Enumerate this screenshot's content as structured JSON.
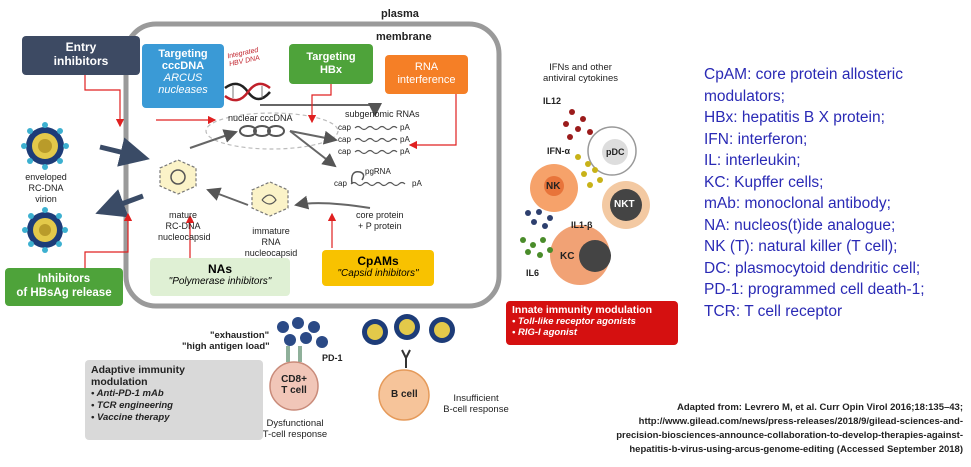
{
  "hbv_diagram": {
    "membrane_label_1": "plasma",
    "membrane_label_2": "membrane",
    "entry_inhibitors": [
      "Entry",
      "inhibitors"
    ],
    "targeting_cccdna": [
      "Targeting",
      "cccDNA"
    ],
    "arcus_nucleases": [
      "ARCUS",
      "nucleases"
    ],
    "integrated_hbv_dna": [
      "Integrated",
      "HBV DNA"
    ],
    "targeting_hbx": [
      "Targeting",
      "HBx"
    ],
    "rna_interference": [
      "RNA",
      "interference"
    ],
    "nuclear_cccdna": "nuclear cccDNA",
    "subgenomic_rnas": "subgenomic RNAs",
    "cap": "cap",
    "pa": "pA",
    "pgrna": "pgRNA",
    "core_protein": [
      "core protein",
      "+ P protein"
    ],
    "mature_nucleocapsid": [
      "mature",
      "RC-DNA",
      "nucleocapsid"
    ],
    "immature_nucleocapsid": [
      "immature",
      "RNA",
      "nucleocapsid"
    ],
    "virion": [
      "enveloped",
      "RC-DNA",
      "virion"
    ],
    "nas_title": "NAs",
    "nas_sub": "\"Polymerase inhibitors\"",
    "cpams_title": "CpAMs",
    "cpams_sub": "\"Capsid inhibitors\"",
    "inhibitors_hbsag": [
      "Inhibitors",
      "of HBsAg release"
    ]
  },
  "innate": {
    "header": [
      "IFNs and other",
      "antiviral cytokines"
    ],
    "il12": "IL12",
    "ifn_alpha": "IFN-α",
    "il1b": "IL1-β",
    "il6": "IL6",
    "pdc": "pDC",
    "nk": "NK",
    "nkt": "NKT",
    "kc": "KC",
    "modulation_title": "Innate immunity modulation",
    "modulation_items": [
      "Toll-like receptor agonists",
      "RIG-I agonist"
    ]
  },
  "adaptive": {
    "exhaustion": "\"exhaustion\"",
    "high_antigen": "\"high antigen load\"",
    "pd1": "PD-1",
    "cd8": [
      "CD8+",
      "T cell"
    ],
    "dysfunctional": [
      "Dysfunctional",
      "T-cell response"
    ],
    "bcell": "B cell",
    "insufficient": [
      "Insufficient",
      "B-cell response"
    ],
    "modulation_title": [
      "Adaptive immunity",
      "modulation"
    ],
    "modulation_items": [
      "Anti-PD-1 mAb",
      "TCR engineering",
      "Vaccine therapy"
    ]
  },
  "legend": [
    "CpAM: core protein allosteric",
    "modulators;",
    "HBx: hepatitis B X protein;",
    "IFN: interferon;",
    "IL: interleukin;",
    "KC: Kupffer cells;",
    "mAb: monoclonal antibody;",
    "NA: nucleos(t)ide analogue;",
    "NK (T): natural killer (T cell);",
    "DC: plasmocytoid dendritic cell;",
    "PD-1: programmed cell death-1;",
    "TCR: T cell receptor"
  ],
  "citation": [
    "Adapted from: Levrero M, et al. Curr Opin Virol 2016;18:135–43;",
    "http://www.gilead.com/news/press-releases/2018/9/gilead-sciences-and-",
    "precision-biosciences-announce-collaboration-to-develop-therapies-against-",
    "hepatitis-b-virus-using-arcus-genome-editing (Accessed September 2018)"
  ]
}
